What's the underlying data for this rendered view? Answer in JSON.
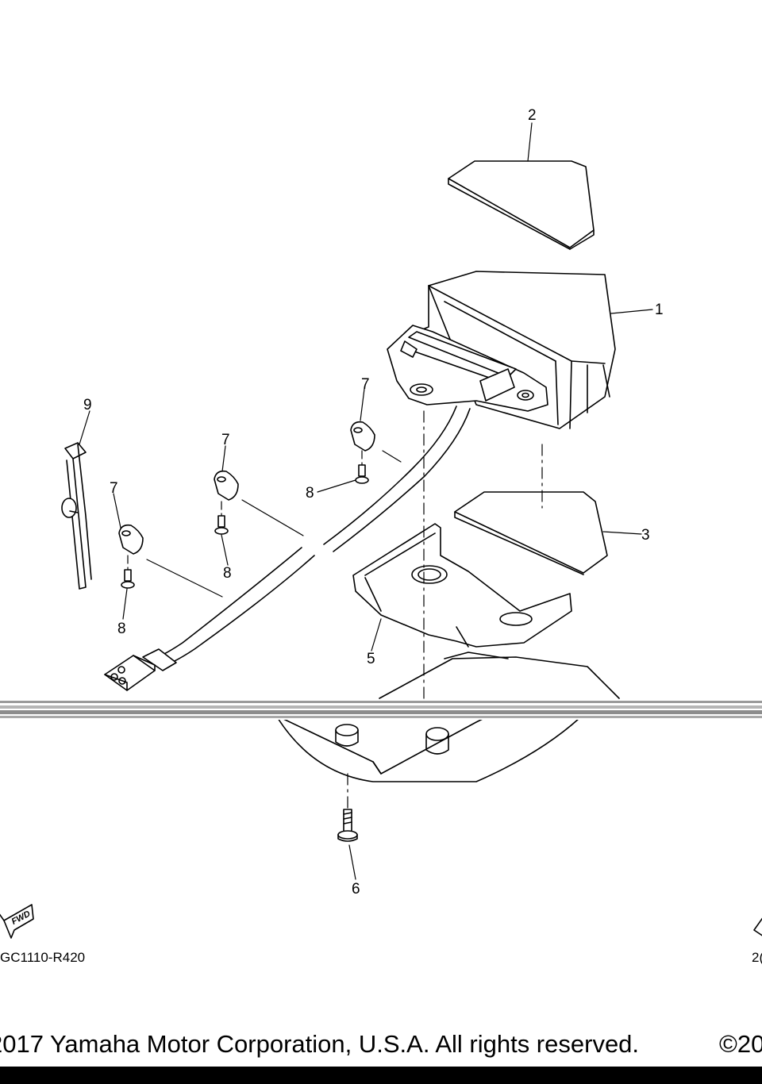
{
  "diagram": {
    "callouts": {
      "c1": "1",
      "c2": "2",
      "c3": "3",
      "c5": "5",
      "c6": "6",
      "c7a": "7",
      "c7b": "7",
      "c7c": "7",
      "c8a": "8",
      "c8b": "8",
      "c8c": "8",
      "c9": "9"
    },
    "fwd_label": "FWD"
  },
  "codes": {
    "left": "GC1110-R420",
    "right": "2("
  },
  "footer": {
    "copyright_left": "2017 Yamaha Motor Corporation, U.S.A. All rights reserved.",
    "copyright_right": "©20"
  },
  "colors": {
    "line": "#000000",
    "background": "#ffffff",
    "scan_band": "#9a9a9a"
  }
}
